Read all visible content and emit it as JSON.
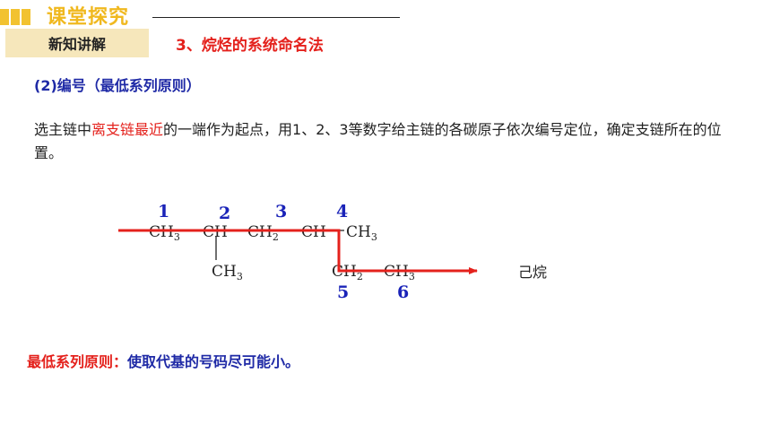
{
  "header": {
    "title": "课堂探究",
    "section_tag": "新知讲解",
    "section_heading": "3、烷烃的系统命名法"
  },
  "subheading": "(2)编号（最低系列原则）",
  "paragraph": {
    "pre": "选主链中",
    "highlight": "离支链最近",
    "post": "的一端作为起点，用1、2、3等数字给主链的各碳原子依次编号定位，确定支链所在的位置。"
  },
  "structure": {
    "chain_top": [
      {
        "g": "CH",
        "s": "3"
      },
      {
        "g": "CH",
        "s": ""
      },
      {
        "g": "CH",
        "s": "2"
      },
      {
        "g": "CH",
        "s": ""
      },
      {
        "g": "CH",
        "s": "3"
      }
    ],
    "branch_methyl": {
      "g": "CH",
      "s": "3"
    },
    "chain_bottom": [
      {
        "g": "CH",
        "s": "2"
      },
      {
        "g": "CH",
        "s": "3"
      }
    ],
    "numbers": [
      "1",
      "2",
      "3",
      "4",
      "5",
      "6"
    ],
    "compound_name": "己烷"
  },
  "note": {
    "lead": "最低系列原则：",
    "body": "使取代基的号码尽可能小。"
  },
  "colors": {
    "accent_yellow": "#f0b81e",
    "tag_bg": "#f6e7bb",
    "red": "#e4211c",
    "blue": "#1f2aa6",
    "number_blue": "#1a23b8"
  }
}
